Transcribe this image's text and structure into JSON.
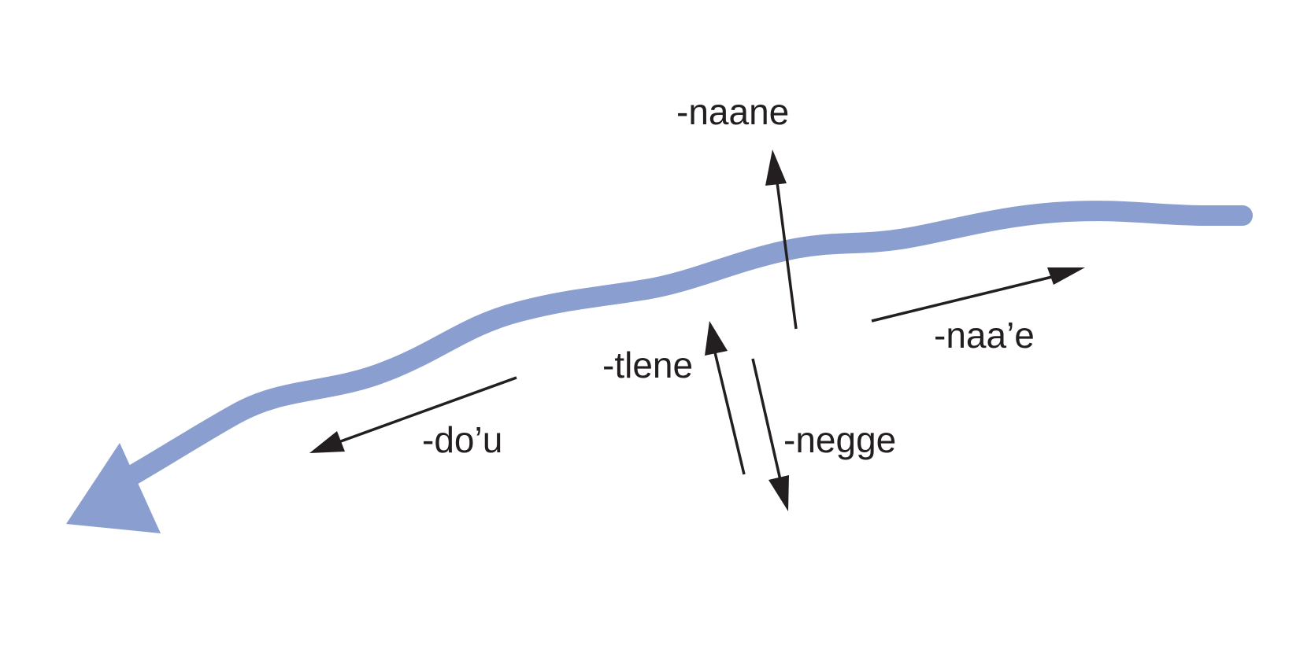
{
  "colors": {
    "river": "#8a9ecf",
    "arrow": "#231f20",
    "background": "#ffffff"
  },
  "labels": {
    "upward": "-naane",
    "upstream": "-naa’e",
    "toward_river": "-tlene",
    "away_from_river": "-negge",
    "downstream": "-do’u"
  }
}
